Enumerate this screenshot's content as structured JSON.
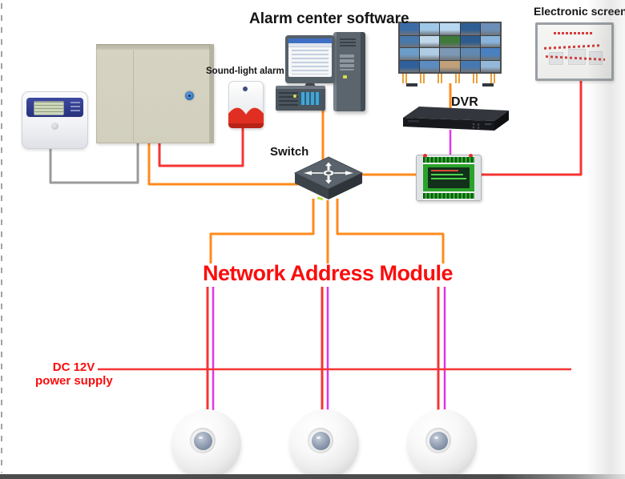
{
  "labels": {
    "alarm_center_software": "Alarm center software",
    "electronic_screen": "Electronic screen",
    "sound_light_alarm": "Sound-light alarm",
    "switch": "Switch",
    "dvr": "DVR",
    "network_address_module": "Network Address Module",
    "dc_power_supply_line1": "DC 12V",
    "dc_power_supply_line2": "power supply"
  },
  "colors": {
    "wire-orange": "#ff8a1c",
    "wire-red": "#f63434",
    "wire-magenta": "#df35ea",
    "wire-gray": "#9b9b9b",
    "label-red": "#fb0d0d",
    "label-black": "#141414",
    "module-green": "#2ba32b"
  },
  "video_wall": {
    "rows": 4,
    "cols": 5,
    "cells": [
      "#3c6ca8",
      "#9fc8e8",
      "#b8d8f0",
      "#2e5e94",
      "#6b8fb8",
      "#4878ac",
      "#c0d8ec",
      "#3e7a3a",
      "#2c5c90",
      "#88b4dc",
      "#6c9cc8",
      "#b0cce4",
      "#7c98b4",
      "#6088b0",
      "#4880c0",
      "#30609c",
      "#5c8cc0",
      "#c0a078",
      "#4878b0",
      "#94b8d8"
    ]
  }
}
